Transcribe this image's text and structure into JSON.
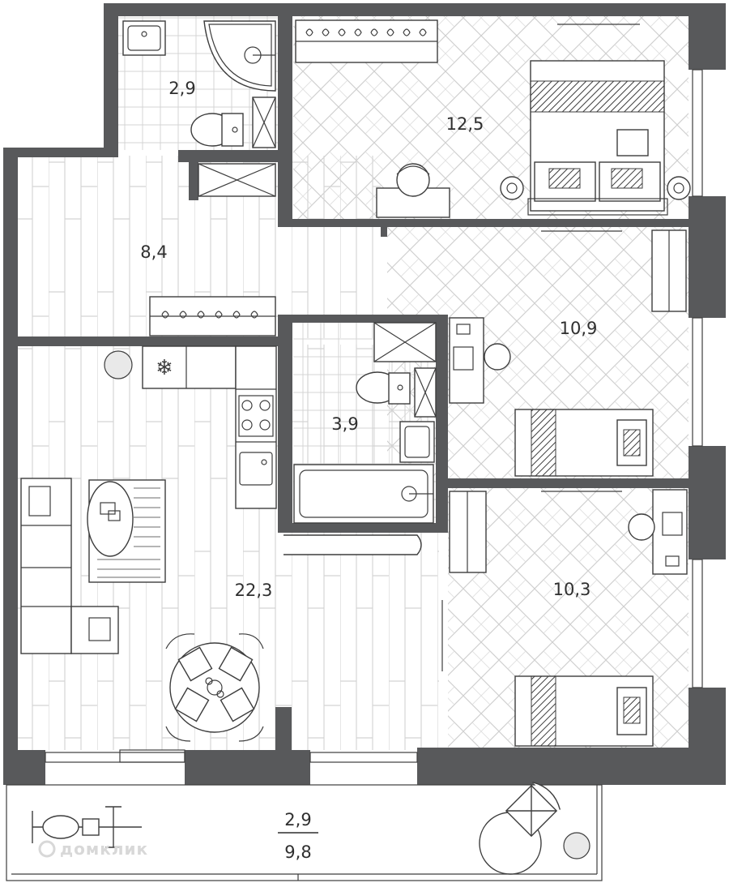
{
  "colors": {
    "wall": "#58595b",
    "line": "#3d3d3d",
    "floor_pattern": "#cfcfcf",
    "background": "#ffffff"
  },
  "rooms": {
    "bathroom_top": {
      "area": "2,9"
    },
    "bedroom_master": {
      "area": "12,5"
    },
    "hallway": {
      "area": "8,4"
    },
    "bedroom_middle": {
      "area": "10,9"
    },
    "bathroom_middle": {
      "area": "3,9"
    },
    "living_kitchen": {
      "area": "22,3"
    },
    "bedroom_lower": {
      "area": "10,3"
    },
    "balcony": {
      "area_top": "2,9",
      "area_bottom": "9,8"
    }
  },
  "watermark": {
    "text": "домклик",
    "icon": "domclick-logo-icon"
  },
  "icons": {
    "fridge": "snowflake-icon",
    "plant": "potted-plant-icon"
  }
}
